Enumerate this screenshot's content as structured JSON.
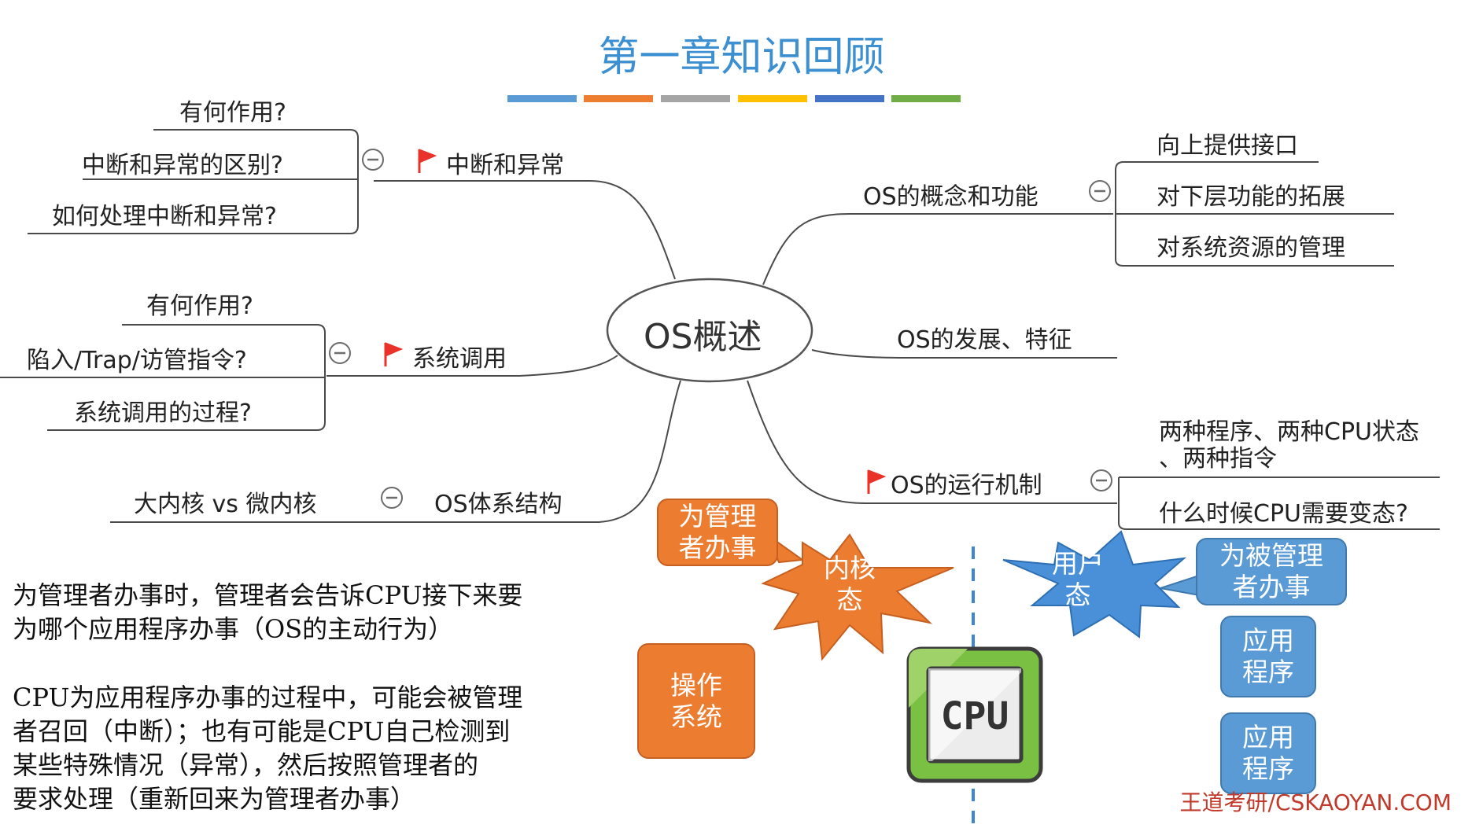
{
  "title": "第一章知识回顾",
  "accent_colors": [
    "#5b9bd5",
    "#ed7d31",
    "#a5a5a5",
    "#ffc000",
    "#4472c4",
    "#70ad47"
  ],
  "center": "OS概述",
  "left_branches": {
    "interrupt": {
      "label": "中断和异常",
      "flagged": true,
      "children": [
        "有何作用?",
        "中断和异常的区别?",
        "如何处理中断和异常?"
      ]
    },
    "syscall": {
      "label": "系统调用",
      "flagged": true,
      "children": [
        "有何作用?",
        "陷入/Trap/访管指令?",
        "系统调用的过程?"
      ]
    },
    "arch": {
      "label": "OS体系结构",
      "flagged": false,
      "children": [
        "大内核 vs 微内核"
      ]
    }
  },
  "right_branches": {
    "concept": {
      "label": "OS的概念和功能",
      "children": [
        "向上提供接口",
        "对下层功能的拓展",
        "对系统资源的管理"
      ]
    },
    "develop": {
      "label": "OS的发展、特征"
    },
    "runtime": {
      "label": "OS的运行机制",
      "flagged": true,
      "children": [
        "两种程序、两种CPU状态",
        "、两种指令",
        "什么时候CPU需要变态?"
      ]
    }
  },
  "paragraphs": [
    "为管理者办事时，管理者会告诉CPU接下来要\n为哪个应用程序办事（OS的主动行为）",
    "CPU为应用程序办事的过程中，可能会被管理\n者召回（中断）；也有可能是CPU自己检测到\n某些特殊情况（异常），然后按照管理者的\n要求处理（重新回来为管理者办事）"
  ],
  "illustration": {
    "callout_admin": "为管理\n者办事",
    "kernel_mode": "内核\n态",
    "user_mode": "用户\n态",
    "callout_managed": "为被管理\n者办事",
    "os_box": "操作\n系统",
    "app1": "应用\n程序",
    "app2": "应用\n程序",
    "cpu_label": "CPU"
  },
  "watermark": "王道考研/CSKAOYAN.COM"
}
